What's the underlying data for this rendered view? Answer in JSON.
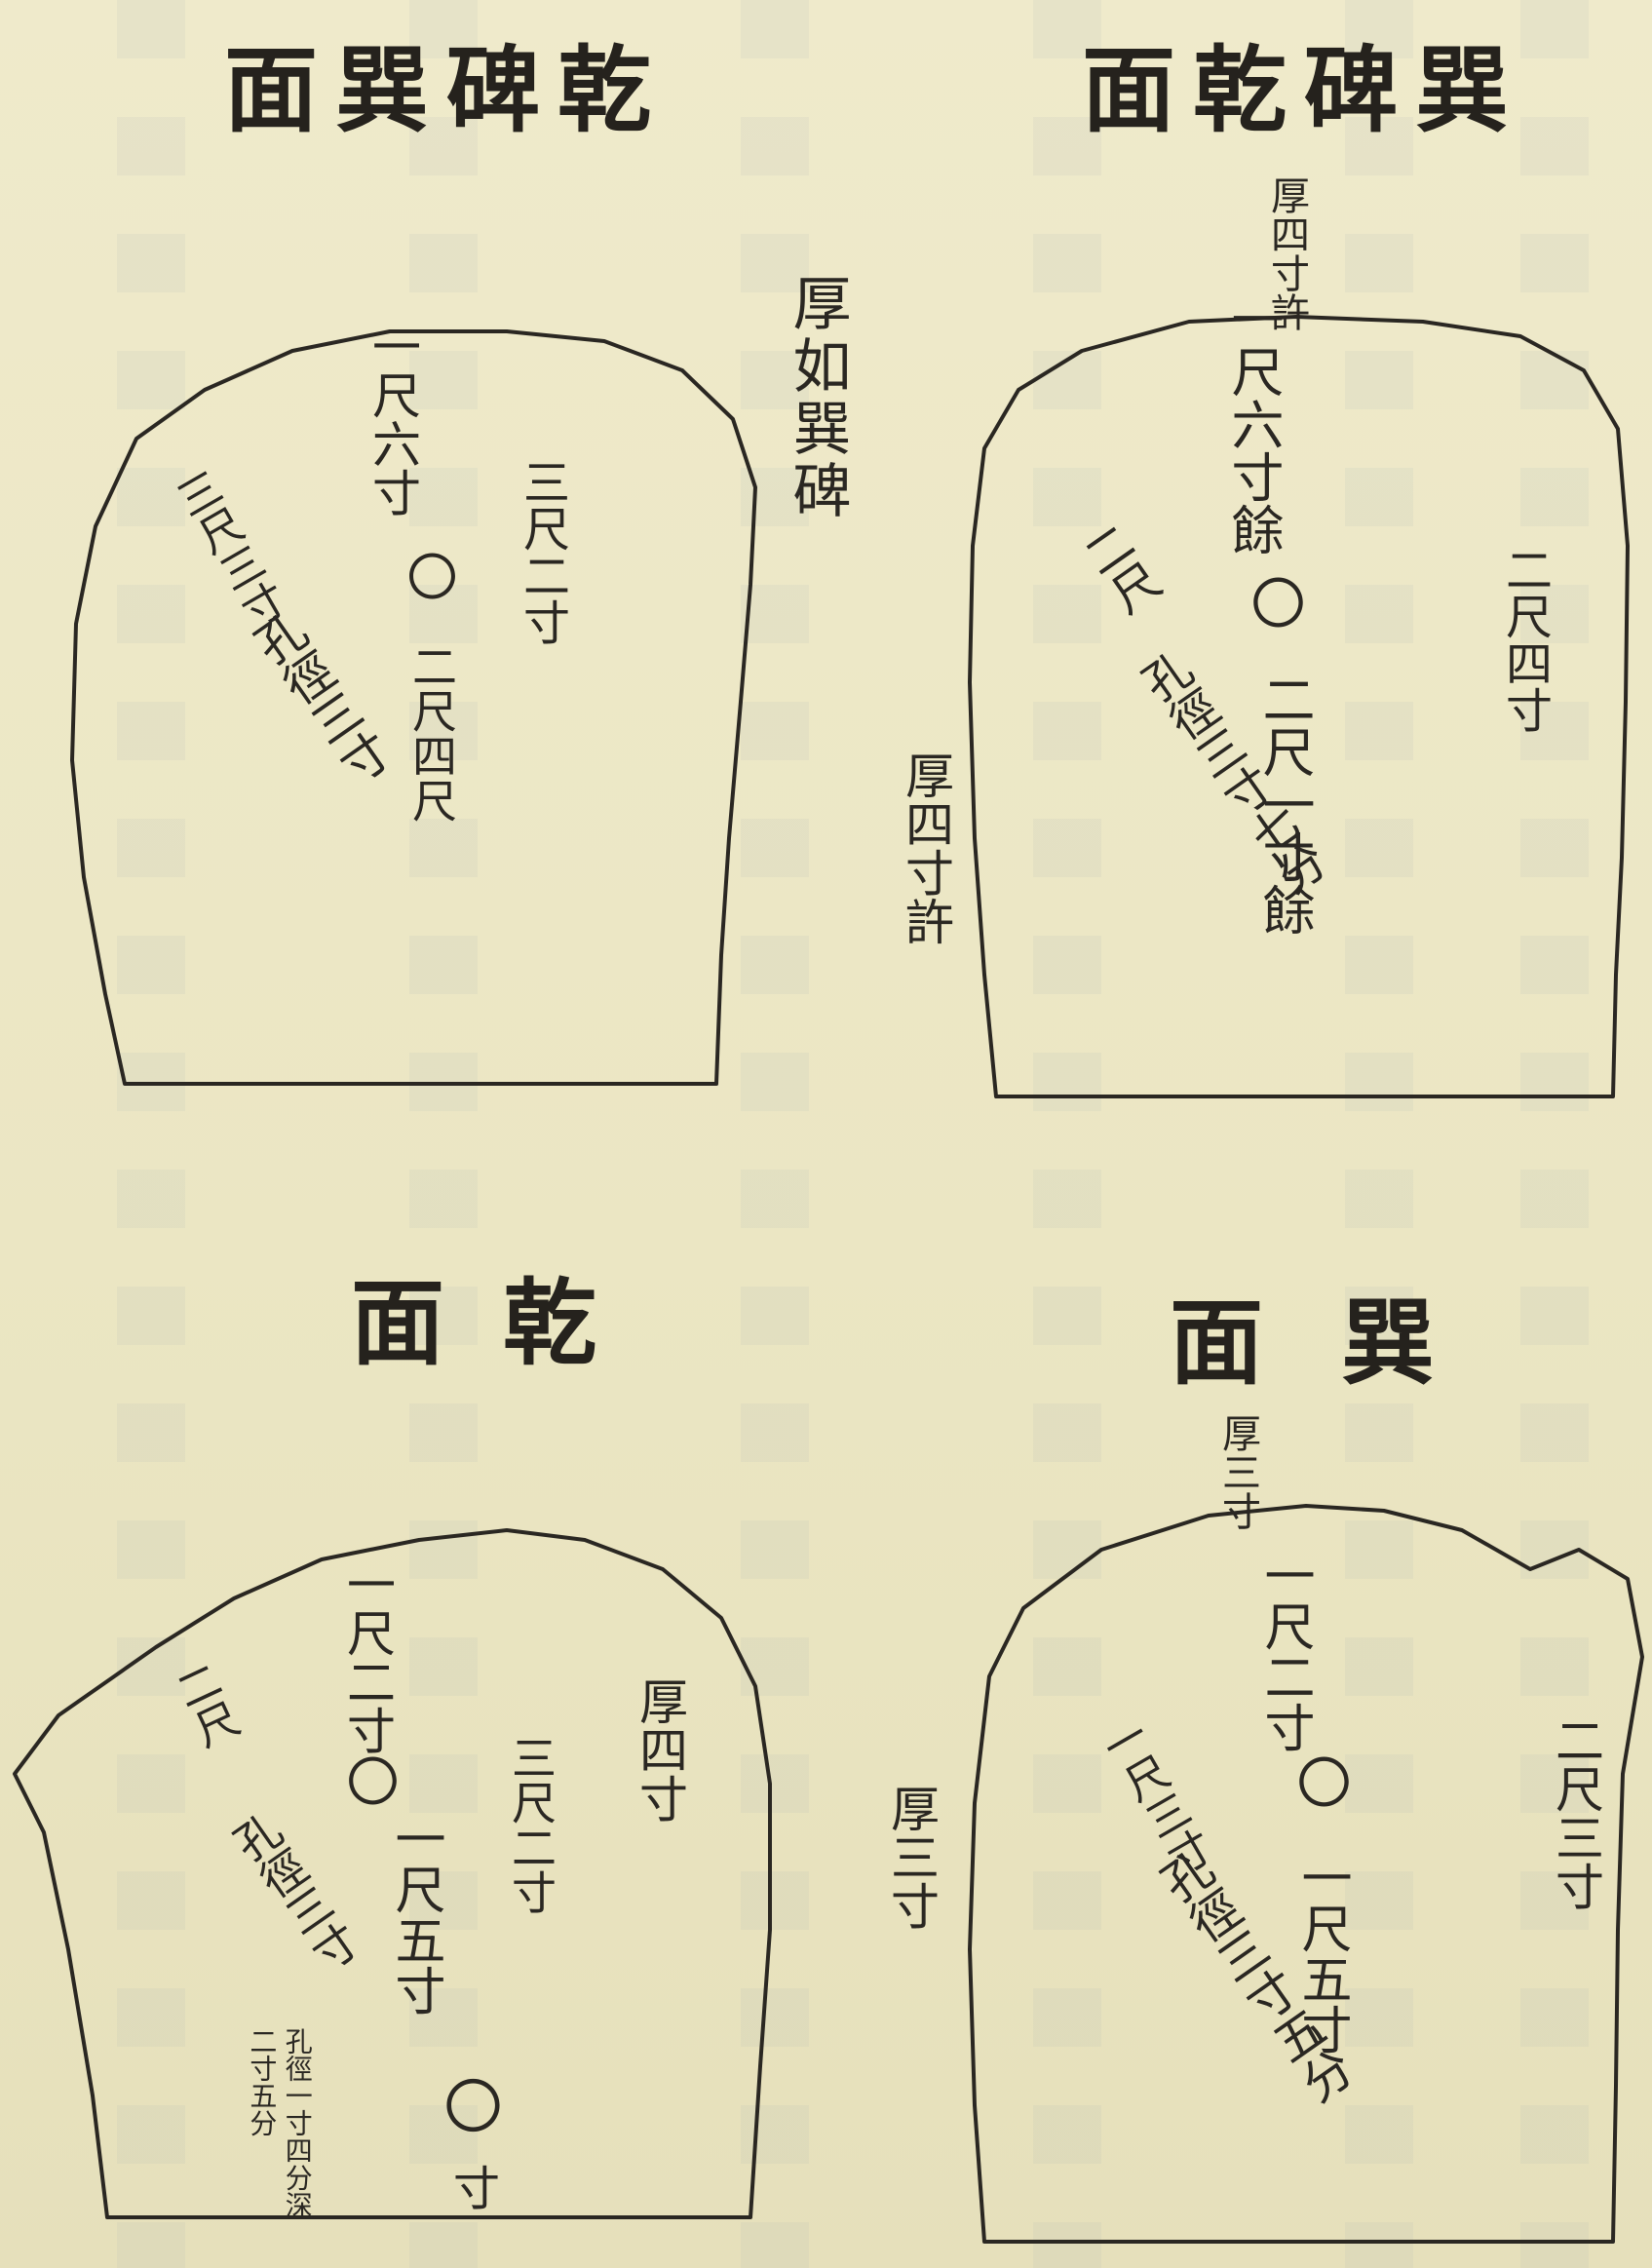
{
  "panels": {
    "top_left": {
      "title": "面巽碑乾",
      "side_note": "厚如巽碑",
      "lines": [
        "一尺六寸",
        "三尺二寸",
        "〇",
        "二尺四尺",
        "孔徑三寸"
      ],
      "dim_width": "三尺三寸"
    },
    "top_right": {
      "title": "面乾碑巽",
      "top_note": "厚四寸許",
      "side_note": "厚四寸許",
      "lines": [
        "一尺六寸餘",
        "二尺四寸",
        "〇",
        "二尺一寸餘",
        "孔徑三寸七分"
      ],
      "dim_width": "二尺"
    },
    "bottom_left": {
      "title": "面乾",
      "lines": [
        "一尺二寸",
        "三尺二寸",
        "〇",
        "一尺五寸",
        "孔徑三寸"
      ],
      "dim_width": "二尺",
      "top_note": "厚四寸",
      "small_hole_note": "孔徑一寸四分深二寸五分",
      "small_hole_label": "〇",
      "corner_label": "寸"
    },
    "bottom_right": {
      "title": "面巽",
      "top_note": "厚三寸",
      "side_note": "厚三寸",
      "lines": [
        "一尺二寸",
        "二尺三寸",
        "〇",
        "一尺五寸",
        "孔徑三寸五分"
      ],
      "dim_width": "一尺三寸"
    }
  },
  "colors": {
    "paper": "#ece8c6",
    "ink": "#2a2722"
  }
}
